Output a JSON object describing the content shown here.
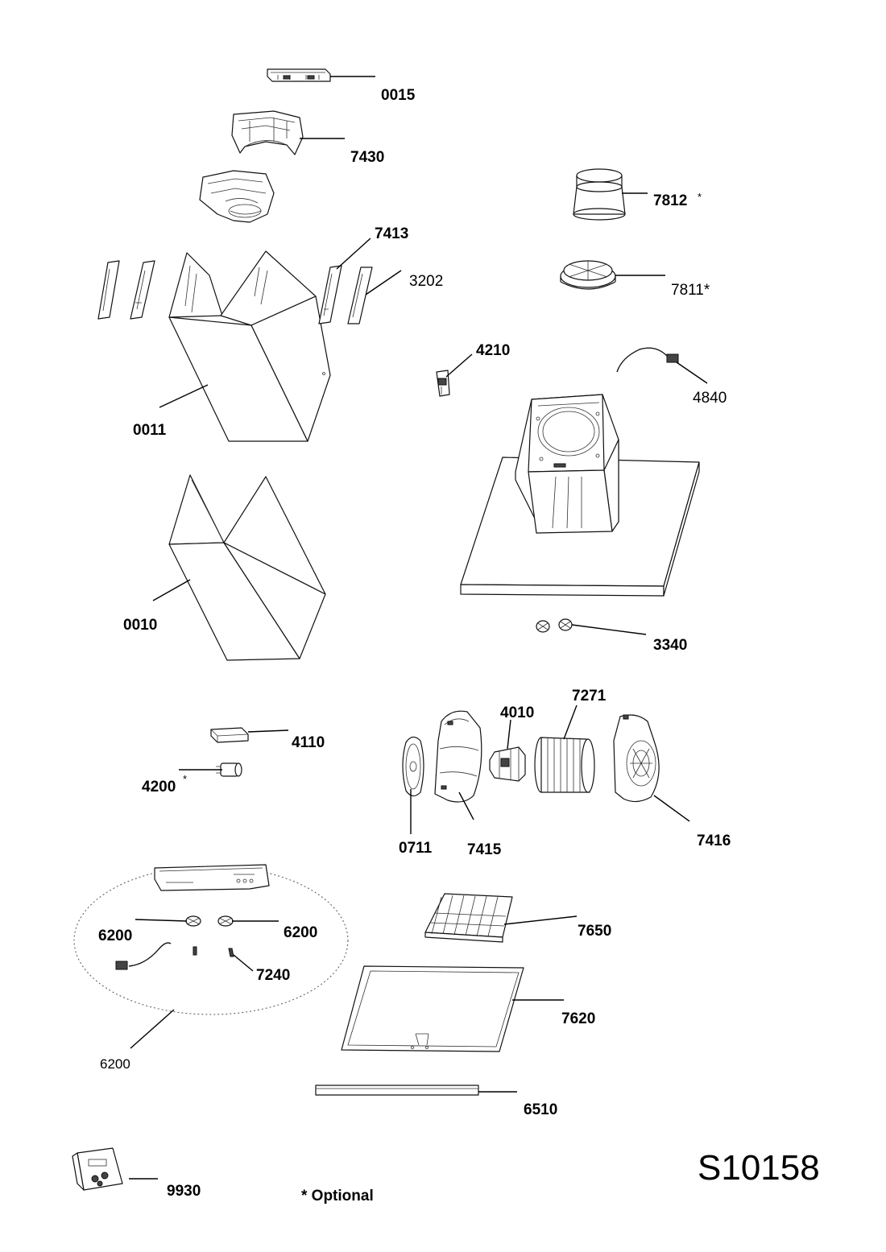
{
  "diagram_code": "S10158",
  "legend": "* Optional",
  "labels": {
    "p0015": "0015",
    "p7430": "7430",
    "p7812": "7812",
    "p7812_mark": "*",
    "p7413": "7413",
    "p3202": "3202",
    "p7811": "7811*",
    "p4210": "4210",
    "p4840": "4840",
    "p0011": "0011",
    "p0010": "0010",
    "p3340": "3340",
    "p4010": "4010",
    "p7271": "7271",
    "p4110": "4110",
    "p4200": "4200",
    "p4200_mark": "*",
    "p0711": "0711",
    "p7415": "7415",
    "p7416": "7416",
    "p6200_left": "6200",
    "p6200_right": "6200",
    "p7650": "7650",
    "p7240": "7240",
    "p7620": "7620",
    "p6200_kit": "6200",
    "p6510": "6510",
    "p9930": "9930"
  }
}
